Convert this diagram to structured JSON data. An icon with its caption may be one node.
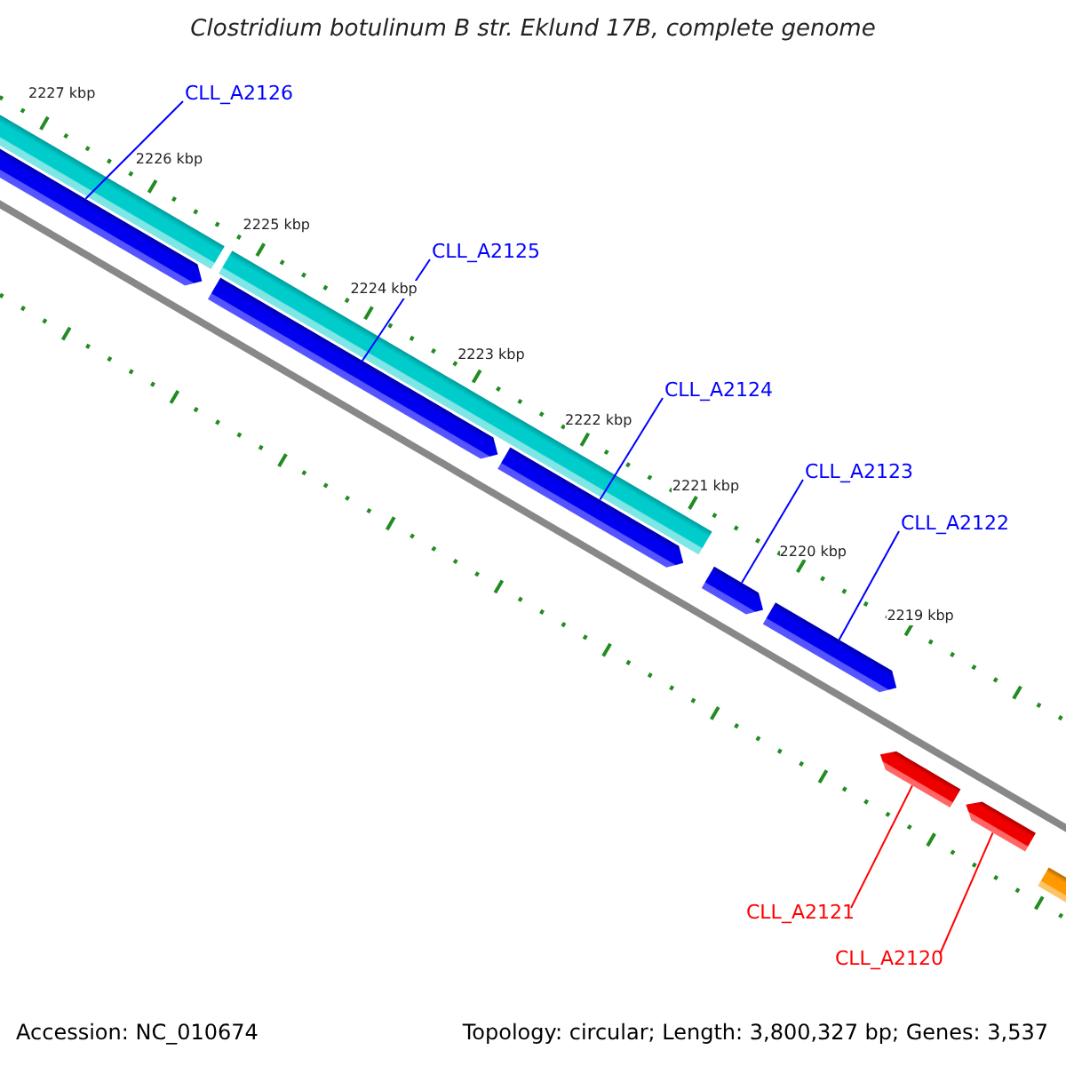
{
  "diagram": {
    "title": "Clostridium botulinum B str. Eklund 17B, complete genome",
    "nodes": [
      {
        "text": [
          "CLL_A2126"
        ]
      },
      {
        "text": [
          "CLL_A2125"
        ]
      },
      {
        "text": [
          "CLL_A2124"
        ]
      },
      {
        "text": [
          "CLL_A2123"
        ]
      },
      {
        "text": [
          "CLL_A2122"
        ]
      },
      {
        "text": [
          "CLL_A2121"
        ]
      },
      {
        "text": [
          "CLL_A2120"
        ]
      },
      {
        "text": [],
        "shape": "bar"
      },
      {
        "text": [],
        "shape": "arrow"
      },
      {
        "text": [],
        "shape": "bar"
      },
      {
        "text": [],
        "shape": "arrow"
      },
      {
        "text": [],
        "shape": "arrow"
      },
      {
        "text": [],
        "shape": "arrow"
      },
      {
        "text": [],
        "shape": "arrow"
      },
      {
        "text": [],
        "shape": "arrow"
      },
      {
        "text": [],
        "shape": "arrow"
      },
      {
        "text": [],
        "shape": "bar"
      }
    ],
    "edges": [
      {
        "from": 0,
        "to": 8,
        "arrow": "none"
      },
      {
        "from": 1,
        "to": 10,
        "arrow": "none"
      },
      {
        "from": 2,
        "to": 11,
        "arrow": "none"
      },
      {
        "from": 3,
        "to": 12,
        "arrow": "none"
      },
      {
        "from": 4,
        "to": 13,
        "arrow": "none"
      },
      {
        "from": 5,
        "to": 14,
        "arrow": "none",
        "color": "#ff0000"
      },
      {
        "from": 6,
        "to": 15,
        "arrow": "none",
        "color": "#ff0000"
      }
    ],
    "labels": [
      "2227 kbp",
      "2226 kbp",
      "2225 kbp",
      "2224 kbp",
      "2223 kbp",
      "2222 kbp",
      "2221 kbp",
      "2220 kbp",
      "2219 kbp",
      "Accession: NC_010674",
      "Topology: circular; Length: 3,800,327 bp; Genes: 3,537"
    ]
  }
}
